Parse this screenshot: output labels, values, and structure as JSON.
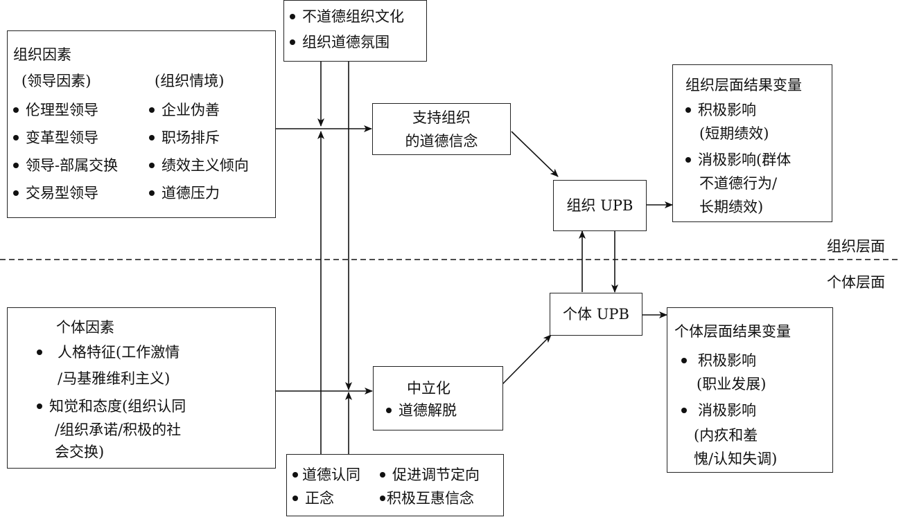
{
  "org_factors": {
    "title": "组织因素",
    "leader_header": "(领导因素)",
    "context_header": "(组织情境)",
    "leader_items": [
      "伦理型领导",
      "变革型领导",
      "领导-部属交换",
      "交易型领导"
    ],
    "context_items": [
      "企业伪善",
      "职场排斥",
      "绩效主义倾向",
      "道德压力"
    ]
  },
  "org_culture": {
    "items": [
      "不道德组织文化",
      "组织道德氛围"
    ]
  },
  "support_belief": {
    "lines": [
      "支持组织",
      "的道德信念"
    ]
  },
  "org_upb": {
    "label": "组织 UPB"
  },
  "org_outcomes": {
    "title": "组织层面结果变量",
    "positive": [
      "积极影响",
      "(短期绩效)"
    ],
    "negative": [
      "消极影响(群体",
      "不道德行为/",
      "长期绩效)"
    ]
  },
  "levels": {
    "org": "组织层面",
    "individual": "个体层面"
  },
  "indiv_upb": {
    "label": "个体 UPB"
  },
  "indiv_factors": {
    "title": "个体因素",
    "item1": [
      "人格特征(工作激情",
      "/马基雅维利主义)"
    ],
    "item2": [
      "知觉和态度(组织认同",
      "/组织承诺/积极的社",
      "会交换)"
    ]
  },
  "neutralization": {
    "title": "中立化",
    "item": "道德解脱"
  },
  "moderators": {
    "items": [
      "道德认同",
      "促进调节定向",
      "正念",
      "积极互惠信念"
    ]
  },
  "indiv_outcomes": {
    "title": "个体层面结果变量",
    "positive": [
      "积极影响",
      "(职业发展)"
    ],
    "negative": [
      "消极影响",
      "(内疚和羞",
      "愧/认知失调)"
    ]
  }
}
